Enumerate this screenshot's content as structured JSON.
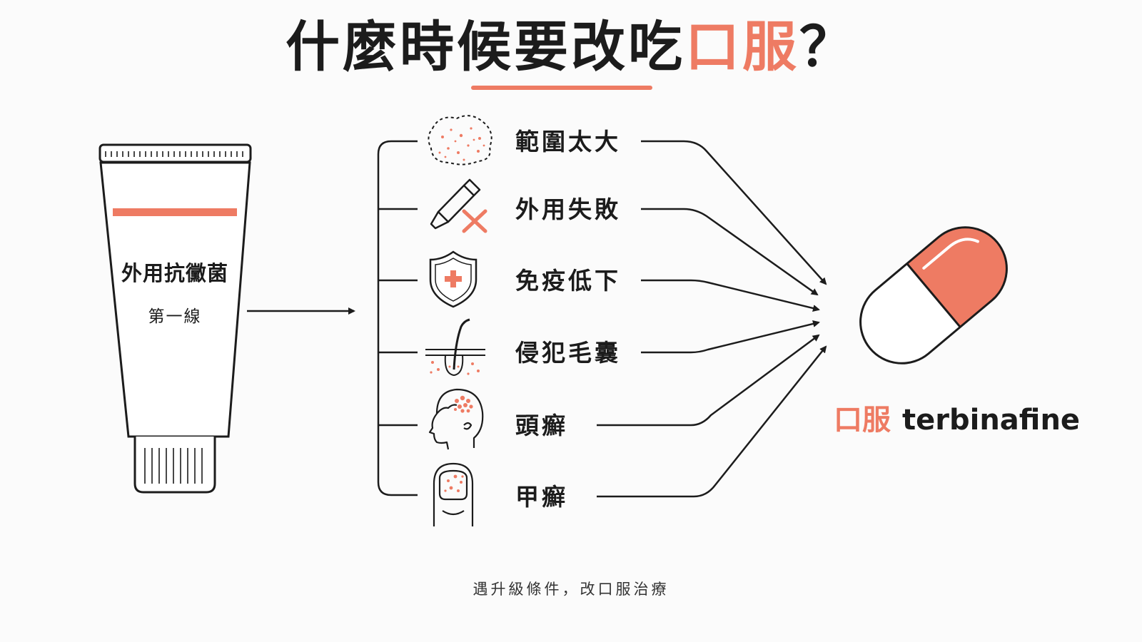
{
  "title": {
    "prefix": "什麼時候要改吃",
    "highlight": "口服",
    "suffix": "？"
  },
  "tube": {
    "label": "外用抗黴菌",
    "sublabel": "第一線"
  },
  "conditions": [
    {
      "label": "範圍太大",
      "icon": "skin-patch-icon"
    },
    {
      "label": "外用失敗",
      "icon": "failed-cream-icon"
    },
    {
      "label": "免疫低下",
      "icon": "shield-icon"
    },
    {
      "label": "侵犯毛囊",
      "icon": "hair-follicle-icon"
    },
    {
      "label": "頭癬",
      "icon": "head-icon"
    },
    {
      "label": "甲癬",
      "icon": "nail-icon"
    }
  ],
  "result": {
    "label_cn": "口服",
    "drug": "terbinafine"
  },
  "caption": "遇升級條件，改口服治療",
  "colors": {
    "accent": "#ee7b63",
    "ink": "#1c1c1c"
  }
}
